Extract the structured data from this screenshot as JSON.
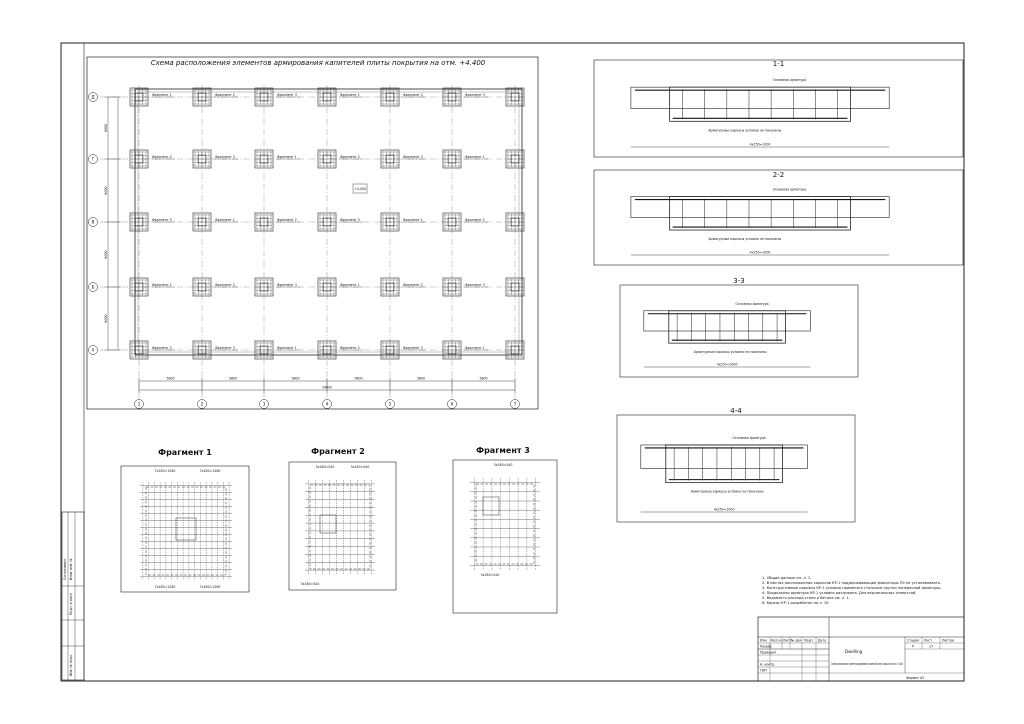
{
  "plan": {
    "title": "Схема расположения элементов армирования капителей плиты покрытия на отм. +4.400",
    "axis_rows": [
      "Д",
      "Г",
      "В",
      "Б",
      "А"
    ],
    "axis_cols": [
      "1",
      "2",
      "3",
      "4",
      "5",
      "6",
      "7"
    ],
    "span_dims": [
      "5800",
      "5800",
      "5800",
      "5800",
      "5800",
      "5800"
    ],
    "total_dim": "34800",
    "row_dims": [
      "6000",
      "6000",
      "6000",
      "6000"
    ],
    "level_mark": "+4.400",
    "fragment_labels": [
      "Фрагмент 1",
      "Фрагмент 2",
      "Фрагмент 3"
    ]
  },
  "fragments": {
    "f1": {
      "title": "Фрагмент 1",
      "top_dims": [
        "7х180=1260",
        "7х180=1260"
      ],
      "bottom_dims": [
        "7х180=1260",
        "7х180=1260"
      ]
    },
    "f2": {
      "title": "Фрагмент 2",
      "top_dims": [
        "3х180=540",
        "3х180=540"
      ],
      "bottom_dims": [
        "3х180=540"
      ]
    },
    "f3": {
      "title": "Фрагмент 3",
      "top_dims": [
        "3х180=540"
      ],
      "bottom_dims": [
        "3х180=540"
      ]
    }
  },
  "sections": [
    {
      "title": "1-1",
      "top_label": "Основная арматура",
      "bottom_label": "Арматурные каркасы условно не показаны",
      "dim": "4х250=1000"
    },
    {
      "title": "2-2",
      "top_label": "Основная арматура",
      "bottom_label": "Арматурные каркасы условно не показаны",
      "dim": "4х250=1000"
    },
    {
      "title": "3-3",
      "top_label": "Основная арматура",
      "bottom_label": "Арматурные каркасы условно не показаны",
      "dim": "4х250=1000"
    },
    {
      "title": "4-4",
      "top_label": "Основная арматура",
      "bottom_label": "Арматурные каркасы условно не показаны",
      "dim": "4х250=1000"
    }
  ],
  "notes": [
    "1. Общие данные см. л. 1.",
    "2. В местах расположения каркасов КР-1 поддерживающие фиксаторы П4 не устанавливать.",
    "3. Конструктивные каркасы КР-1 условно применять стальные прутки поперечной арматуры.",
    "4. Продольная арматура КР-1 условно разложена. Для вертикальных отверстий.",
    "5. Ведомость расхода стали и бетона см. л. 1.",
    "6. Каркас КР-1 разработан на л. 19."
  ],
  "stamp": {
    "org": "Dwelling",
    "title": "Схема расположения элементов армирования капителей плиты покрытия на отм. +4.400",
    "stage_label": "Стадия",
    "sheet_label": "Лист",
    "sheets_label": "Листов",
    "stage": "Р",
    "sheet": "17",
    "cols": [
      "Изм.",
      "Кол.уч",
      "Лист",
      "№ док",
      "Подп.",
      "Дата"
    ],
    "rows": [
      "Разраб.",
      "Проверил",
      "",
      "Н. контр.",
      "ГИП"
    ],
    "footer": "Формат А3"
  },
  "side_stamp": [
    "Взам. инв. №",
    "Подп. и дата",
    "Инв. № подл."
  ],
  "side_stamp_text": "Согласовано"
}
